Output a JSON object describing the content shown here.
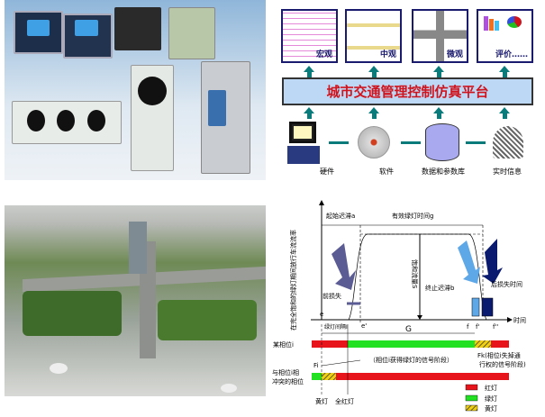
{
  "platform_diagram": {
    "title": "城市交通管理控制仿真平台",
    "outputs": [
      "宏观",
      "中观",
      "微观",
      "评价……"
    ],
    "inputs": [
      "硬件",
      "软件",
      "数据和参数库",
      "实时信息"
    ]
  },
  "signal_diagram": {
    "y_axis_label": "在完全饱和的绿灯期间放行车流流率",
    "time_label": "时间",
    "start_delay": "起始迟滞a",
    "effective_green": "有效绿灯时间g",
    "saturation_flow": "饱和流量S",
    "front_loss": "前损失",
    "end_delay": "终止迟滞b",
    "rear_loss": "后损失时间",
    "point_e": "e",
    "point_e_prime": "e'",
    "point_f": "f",
    "point_f_prime": "f'",
    "point_f_dprime": "f''",
    "green_interval": "绿灯间隔I",
    "G": "G",
    "phase_i": "某相位i",
    "phase_green_note": "（相位i获得绿灯的信号阶段）",
    "Fi": "Fi",
    "Fk_note_1": "Fk(相位i失掉通",
    "Fk_note_2": "行权的信号阶段)",
    "conflict_phase_1": "与相位i相",
    "conflict_phase_2": "冲突的相位",
    "yellow": "黄灯",
    "all_red": "全红灯",
    "legend": [
      {
        "label": "红灯",
        "color": "#e8141c"
      },
      {
        "label": "绿灯",
        "color": "#22e022"
      },
      {
        "label": "黄灯",
        "color": "#f0d010"
      }
    ]
  }
}
